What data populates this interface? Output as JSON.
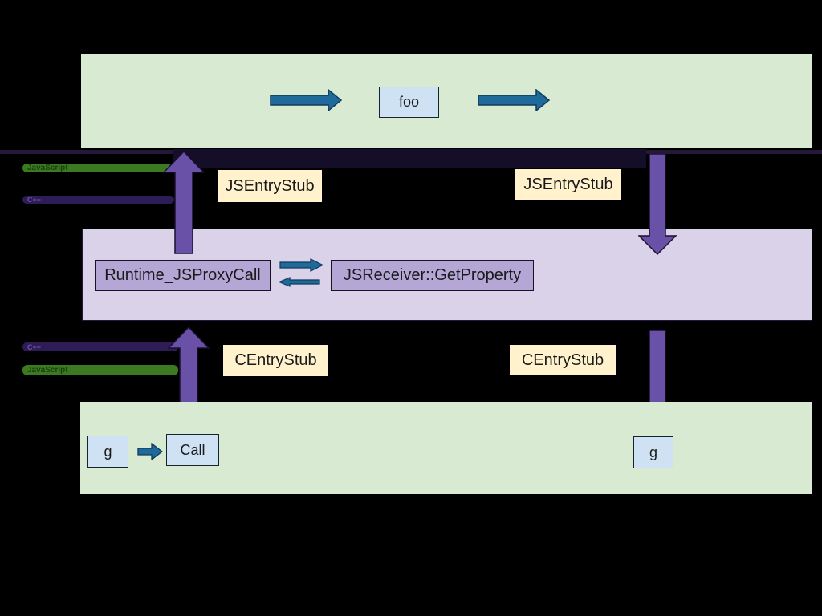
{
  "diagram": {
    "type": "v8-js-cpp-transition-diagram",
    "top_js_band": {
      "foo_box": "foo"
    },
    "boundary_js_entry": {
      "js_pill": "JavaScript",
      "cpp_pill": "C++",
      "left_stub": "JSEntryStub",
      "right_stub": "JSEntryStub"
    },
    "runtime_band": {
      "proxy_call_box": "Runtime_JSProxyCall",
      "get_property_box": "JSReceiver::GetProperty"
    },
    "boundary_c_entry": {
      "cpp_pill": "C++",
      "js_pill": "JavaScript",
      "left_stub": "CEntryStub",
      "right_stub": "CEntryStub"
    },
    "bottom_js_band": {
      "g_left_box": "g",
      "call_box": "Call",
      "g_right_box": "g"
    },
    "colors": {
      "background": "#000000",
      "js_band": "#d9ead3",
      "cpp_band": "#d9d2e9",
      "stub_label": "#fff2cc",
      "js_code_box": "#cfe2f3",
      "runtime_box": "#b4a7d6",
      "transition_arrow": "#6a51a8",
      "flow_arrow": "#1f6a9b",
      "js_pill": "#3c7a22",
      "cpp_pill": "#2d1c55",
      "boundary_line": "#241838"
    }
  }
}
